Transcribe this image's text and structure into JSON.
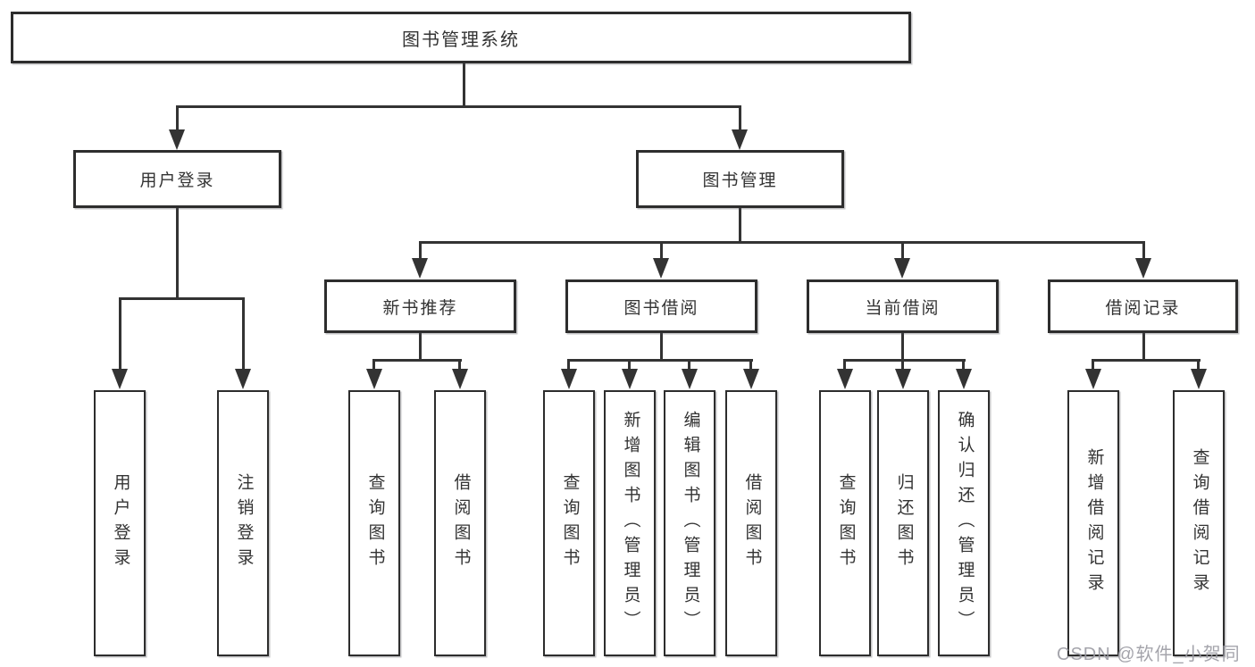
{
  "diagram": {
    "root": {
      "label": "图书管理系统"
    },
    "branches": [
      {
        "label": "用户登录",
        "children": [
          {
            "label": "用户登录"
          },
          {
            "label": "注销登录"
          }
        ]
      },
      {
        "label": "图书管理",
        "children": [
          {
            "label": "新书推荐",
            "children": [
              {
                "label": "查询图书"
              },
              {
                "label": "借阅图书"
              }
            ]
          },
          {
            "label": "图书借阅",
            "children": [
              {
                "label": "查询图书"
              },
              {
                "label": "新增图书（管理员）"
              },
              {
                "label": "编辑图书（管理员）"
              },
              {
                "label": "借阅图书"
              }
            ]
          },
          {
            "label": "当前借阅",
            "children": [
              {
                "label": "查询图书"
              },
              {
                "label": "归还图书"
              },
              {
                "label": "确认归还（管理员）"
              }
            ]
          },
          {
            "label": "借阅记录",
            "children": [
              {
                "label": "新增借阅记录"
              },
              {
                "label": "查询借阅记录"
              }
            ]
          }
        ]
      }
    ]
  },
  "watermark": {
    "text": "CSDN @软件_小贺同学"
  },
  "colors": {
    "line": "#333333",
    "border": "#2d2d2d",
    "text": "#333333",
    "background": "#ffffff",
    "watermark": "#9b9ba3"
  }
}
